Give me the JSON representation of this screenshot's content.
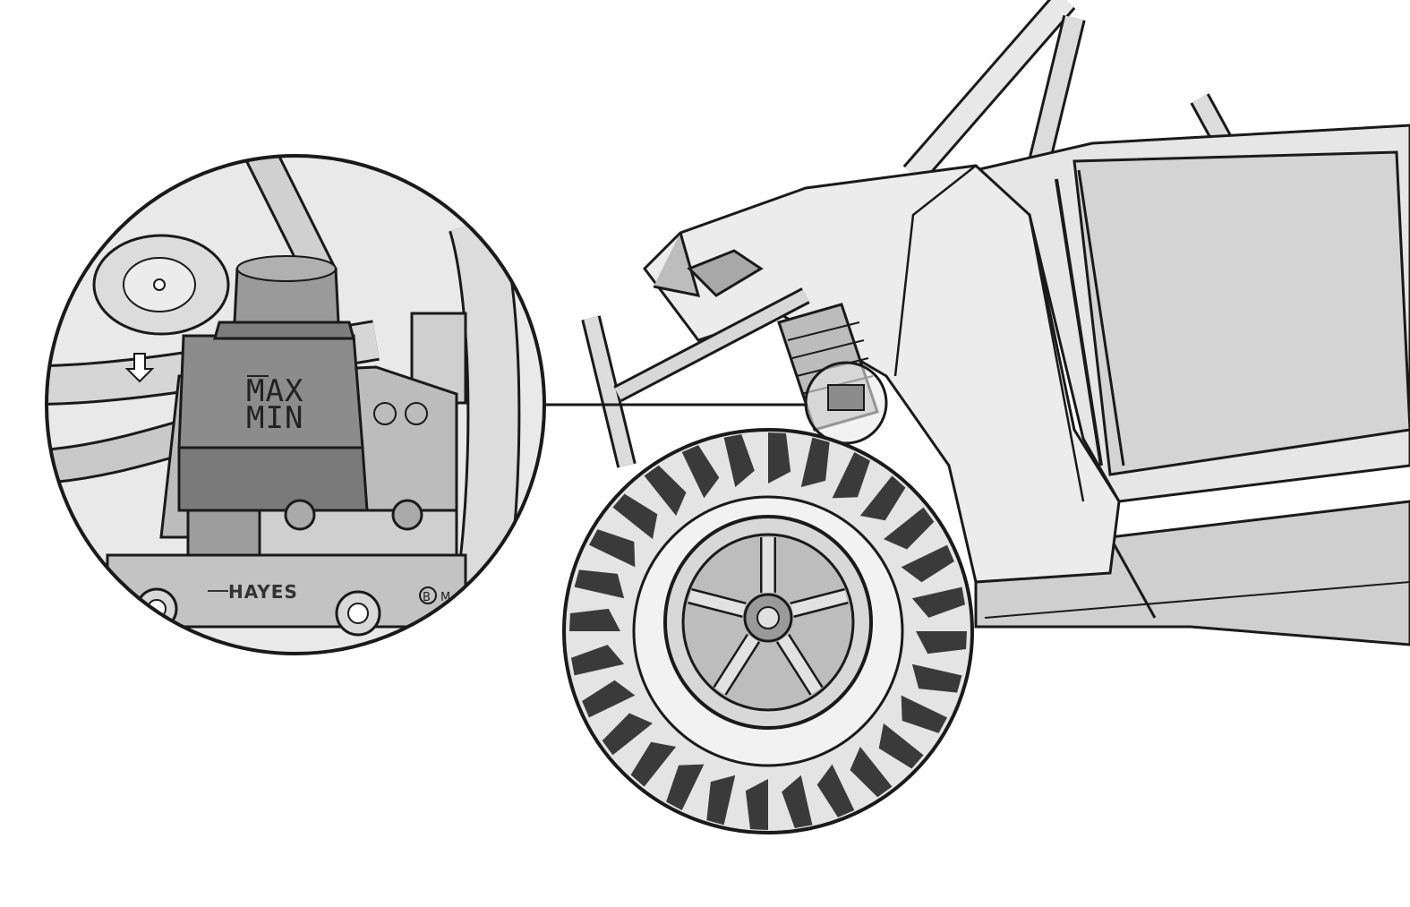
{
  "figure": {
    "subject": "off-road side-by-side vehicle front left corner with brake master cylinder reservoir detail",
    "detail_callout": {
      "reservoir_labels": {
        "max": "MAX",
        "min": "MIN"
      },
      "embossed_brand": "HAYES",
      "small_marks": [
        "B",
        "M"
      ]
    },
    "colors": {
      "background": "#ffffff",
      "line": "#1a1a1a",
      "body_light": "#e6e6e6",
      "body_mid": "#bdbdbd",
      "reservoir_dark": "#8c8c8c"
    }
  }
}
